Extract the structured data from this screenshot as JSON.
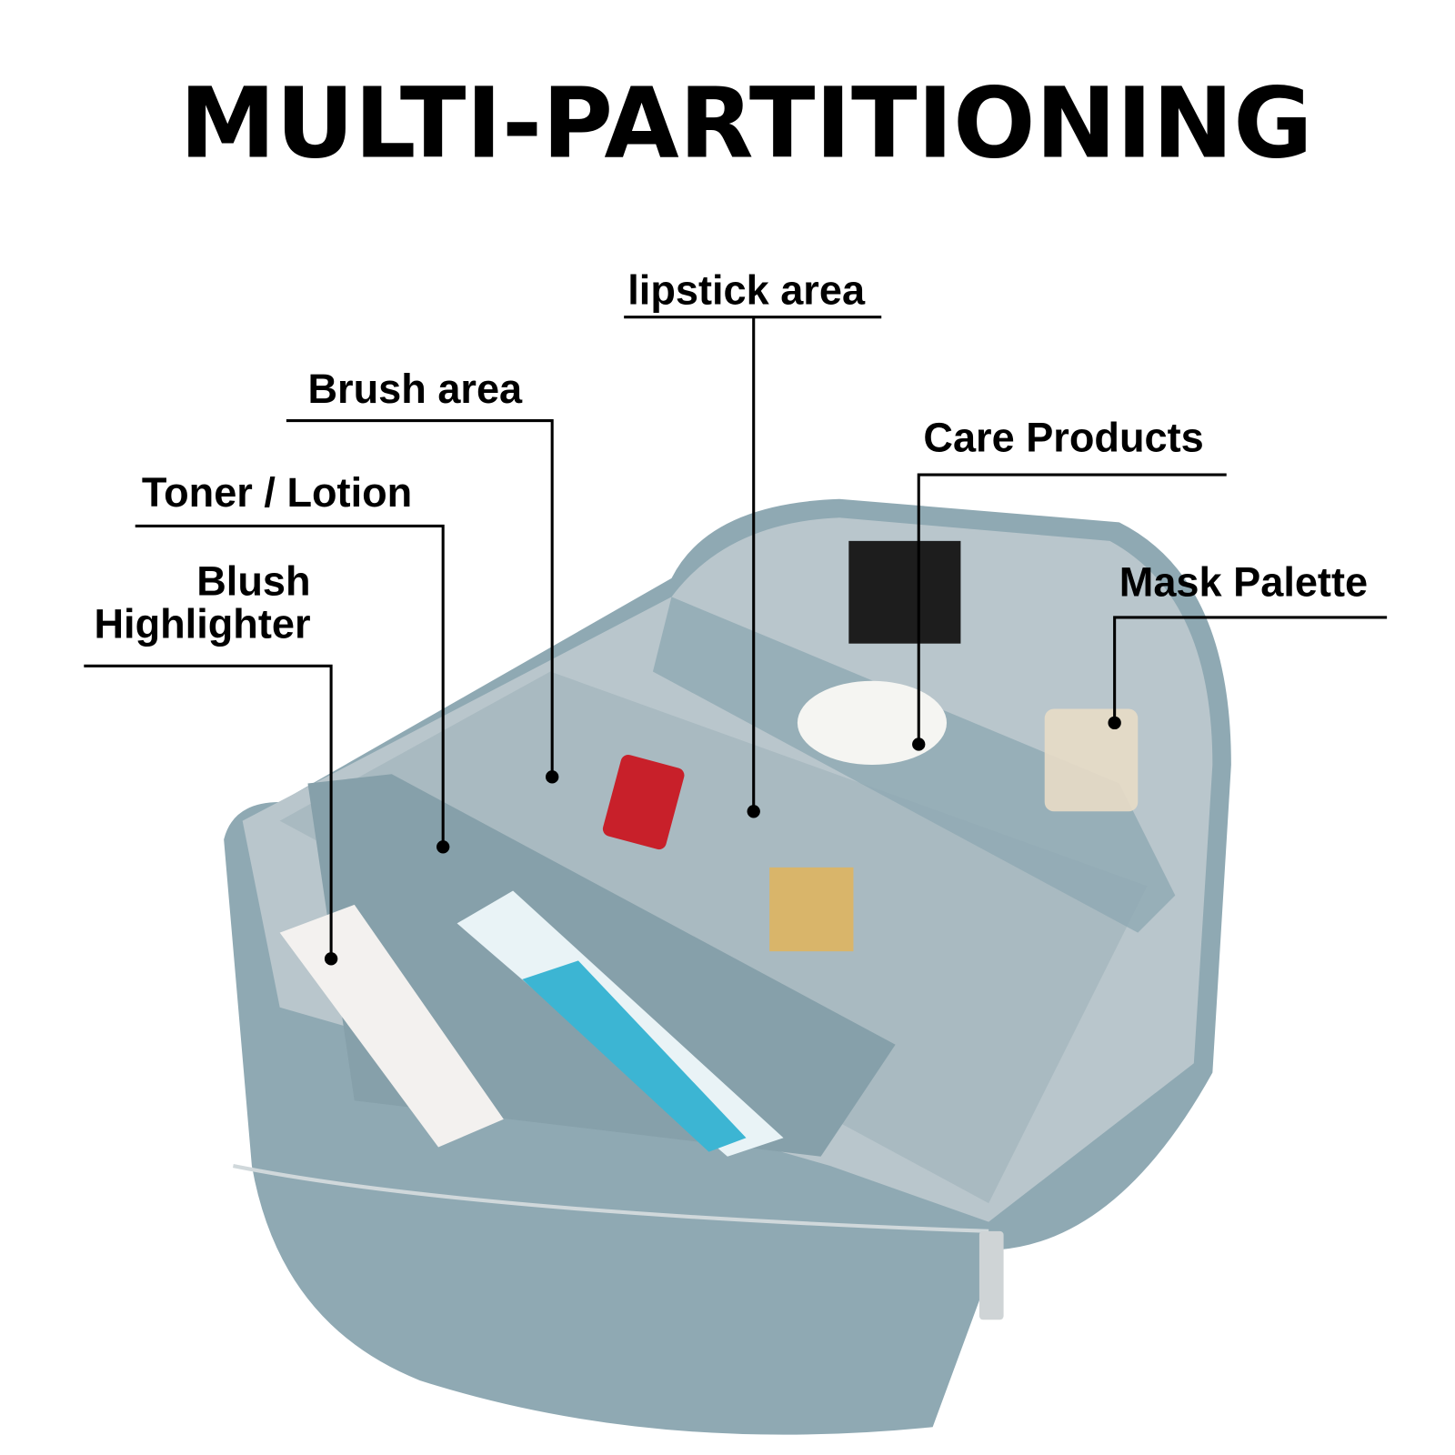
{
  "title": "MULTI-PARTITIONING",
  "callouts": {
    "lipstick": "lipstick area",
    "brush": "Brush area",
    "care": "Care Products",
    "toner": "Toner / Lotion",
    "blush_line1": "Blush",
    "blush_line2": "Highlighter",
    "mask": "Mask Palette"
  },
  "colors": {
    "bag": "#8fa9b3",
    "bag_dark": "#6f8b96",
    "lining": "#b9c6cc",
    "text": "#000000"
  }
}
